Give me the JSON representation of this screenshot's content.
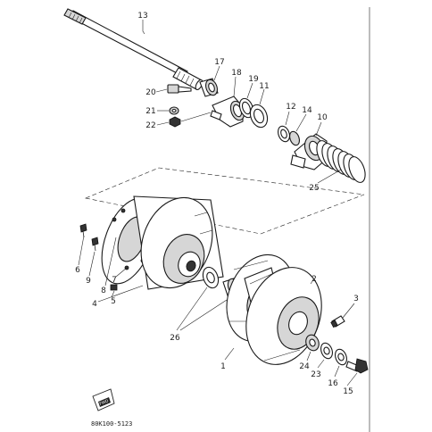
{
  "diagram": {
    "part_numbers": [
      "1",
      "2",
      "3",
      "4",
      "5",
      "6",
      "7",
      "8",
      "9",
      "10",
      "11",
      "12",
      "13",
      "14",
      "15",
      "16",
      "17",
      "18",
      "19",
      "20",
      "21",
      "22",
      "23",
      "24",
      "25",
      "26"
    ],
    "code": "80K100-5123",
    "direction_badge": "FWD"
  }
}
